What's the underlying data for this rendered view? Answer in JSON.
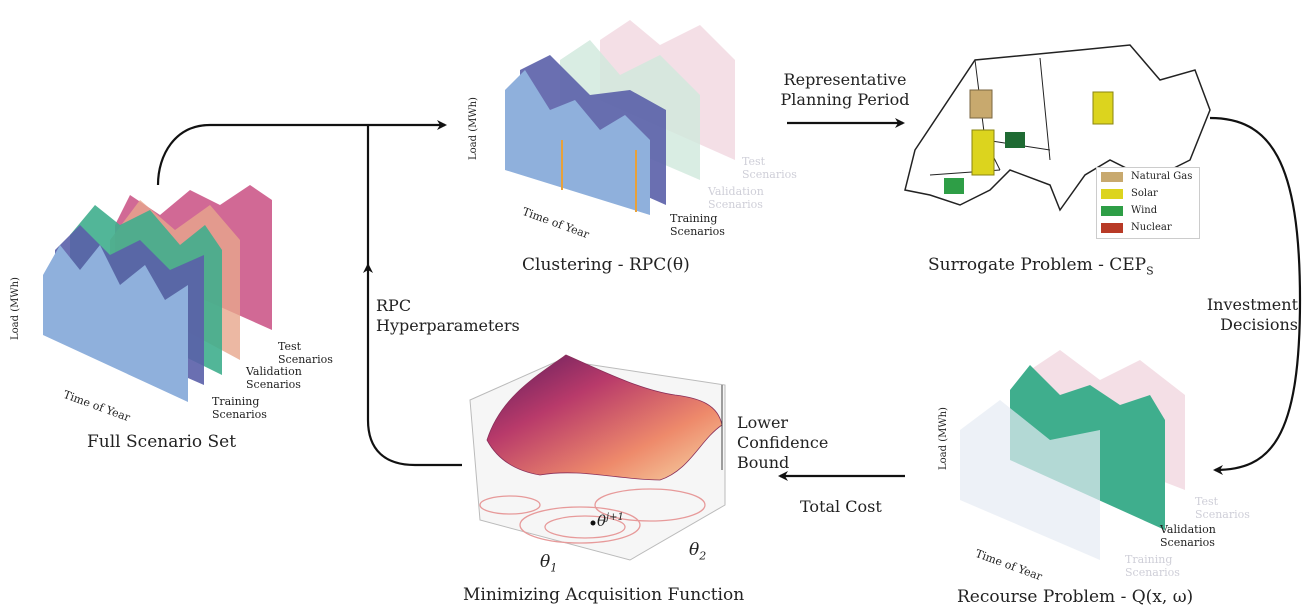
{
  "panels": {
    "full": {
      "caption": "Full Scenario Set",
      "ylabel": "Load (MWh)",
      "xlabel": "Time of Year",
      "layers": [
        "Training\nScenarios",
        "Validation\nScenarios",
        "Test\nScenarios"
      ]
    },
    "clustering": {
      "caption": "Clustering - RPC(θ)",
      "ylabel": "Load (MWh)",
      "xlabel": "Time of Year",
      "layers": [
        "Training\nScenarios",
        "Validation\nScenarios",
        "Test\nScenarios"
      ]
    },
    "surrogate": {
      "caption": "Surrogate Problem - CEP",
      "caption_sub": "S",
      "legend": [
        {
          "label": "Natural Gas",
          "color": "#c8a96e"
        },
        {
          "label": "Solar",
          "color": "#dcd41e"
        },
        {
          "label": "Wind",
          "color": "#2e9e46"
        },
        {
          "label": "Nuclear",
          "color": "#b83a26"
        }
      ]
    },
    "recourse": {
      "caption": "Recourse Problem - Q(x, ω)",
      "ylabel": "Load (MWh)",
      "xlabel": "Time of Year",
      "layers": [
        "Training\nScenarios",
        "Validation\nScenarios",
        "Test\nScenarios"
      ]
    },
    "acquisition": {
      "caption": "Minimizing Acquisition Function",
      "zlabel": "Lower\nConfidence\nBound",
      "theta1": "θ",
      "theta1_sub": "1",
      "theta2": "θ",
      "theta2_sub": "2",
      "point": "θ",
      "point_sup": "j+1"
    }
  },
  "arrows": {
    "representative": "Representative\nPlanning Period",
    "investment": "Investment\nDecisions",
    "total_cost": "Total Cost",
    "rpc": "RPC\nHyperparameters"
  },
  "colors": {
    "training": "#7f9fd0",
    "training_dark": "#5a5fa8",
    "validation": "#3fae8d",
    "test": "#c94f83",
    "test_light": "#e7b08c",
    "orange_line": "#e8a13a"
  }
}
